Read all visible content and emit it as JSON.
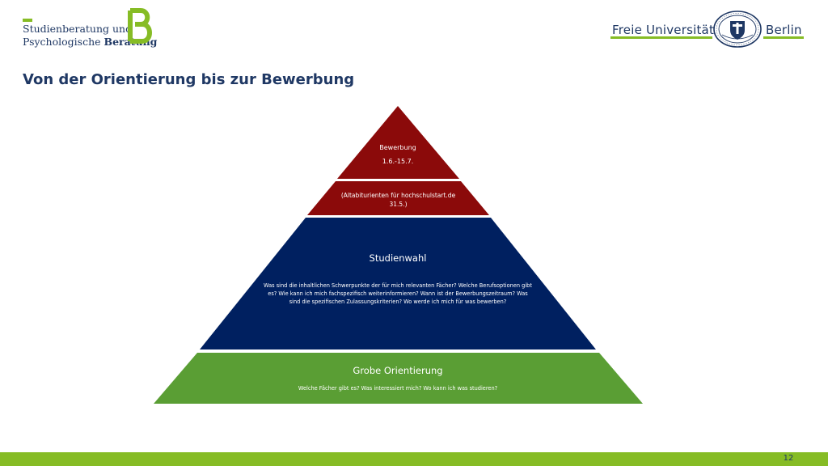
{
  "header": {
    "left_logo": {
      "line1": "Studienberatung und",
      "line2_regular": "Psychologische ",
      "line2_bold": "Beratung",
      "mark": "B"
    },
    "right_logo": {
      "name": "Freie Universität",
      "city": "Berlin",
      "seal_icon": "university-seal-icon"
    }
  },
  "title": "Von der Orientierung bis zur Bewerbung",
  "pyramid": {
    "bewerbung": {
      "title": "Bewerbung",
      "date": "1.6.-15.7."
    },
    "abiturienten": {
      "text": "(Altabiturienten für hochschulstart.de 31.5.)"
    },
    "studienwahl": {
      "title": "Studienwahl",
      "body": "Was sind die inhaltlichen Schwerpunkte der für mich relevanten Fächer? Welche Berufsoptionen gibt es? Wie kann ich mich fachspezifisch weiterinformieren? Wann ist der Bewerbungszeitraum? Was sind die spezifischen Zulassungskriterien? Wo werde ich mich für was bewerben?"
    },
    "orientierung": {
      "title": "Grobe Orientierung",
      "body": "Welche Fächer gibt es? Was interessiert mich? Wo kann ich was studieren?"
    }
  },
  "colors": {
    "navy": "#1f3864",
    "green": "#86bc25",
    "pyramid_red": "#8b0a0a",
    "pyramid_navy": "#002060",
    "pyramid_green": "#5a9e34"
  },
  "footer": {
    "page_number": "12"
  }
}
